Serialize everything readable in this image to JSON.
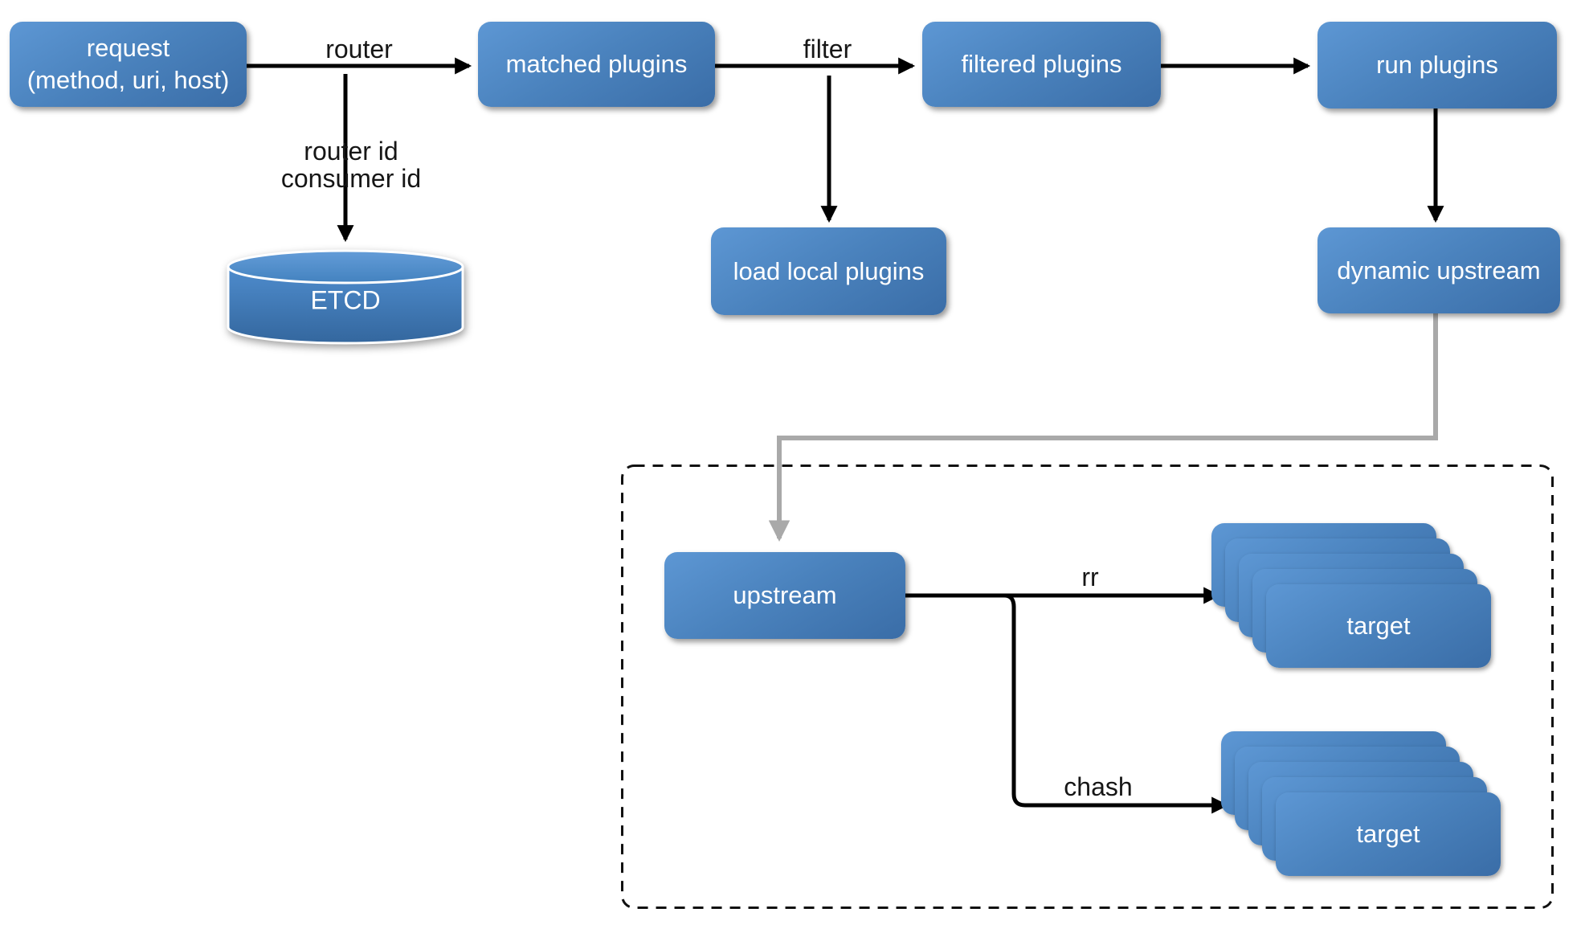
{
  "nodes": {
    "request": {
      "line1": "request",
      "line2": "(method, uri, host)"
    },
    "matched_plugins": {
      "label": "matched plugins"
    },
    "filtered_plugins": {
      "label": "filtered plugins"
    },
    "run_plugins": {
      "label": "run plugins"
    },
    "etcd": {
      "label": "ETCD"
    },
    "load_local_plugins": {
      "label": "load local plugins"
    },
    "dynamic_upstream": {
      "label": "dynamic upstream"
    },
    "upstream": {
      "label": "upstream"
    },
    "target_rr": {
      "label": "target"
    },
    "target_chash": {
      "label": "target"
    }
  },
  "edge_labels": {
    "router": "router",
    "router_id": "router id",
    "consumer_id": "consumer id",
    "filter": "filter",
    "rr": "rr",
    "chash": "chash"
  },
  "colors": {
    "node_grad_top": "#5d97d4",
    "node_grad_mid": "#4a82bd",
    "node_grad_bottom": "#3a6da7",
    "node_text": "#ffffff",
    "edge_black": "#000000",
    "edge_gray": "#a9a9a9",
    "label_text": "#161616",
    "background": "#ffffff"
  }
}
